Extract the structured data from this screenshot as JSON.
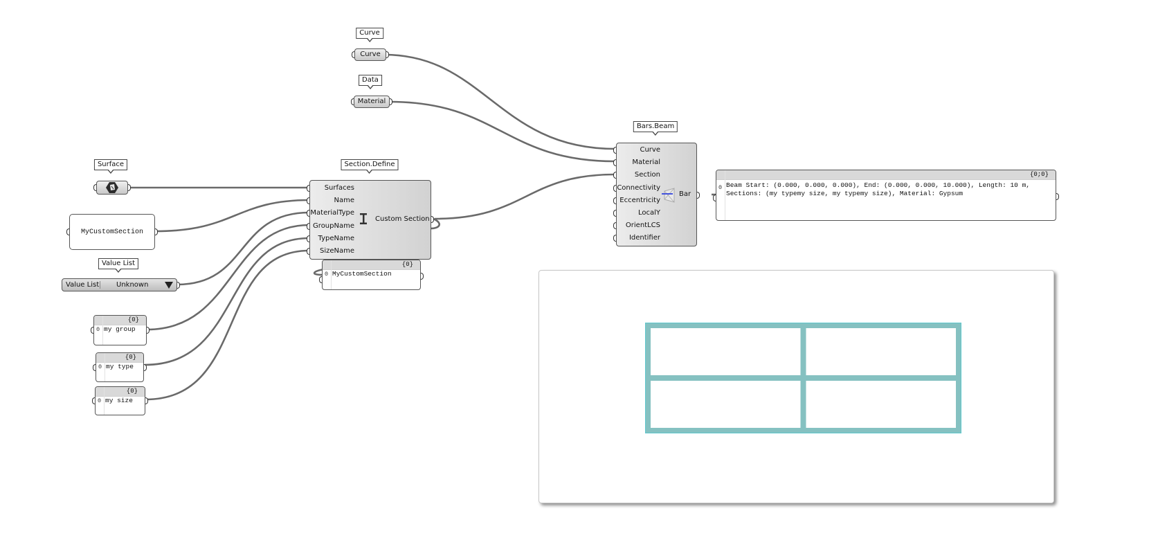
{
  "canvas": {
    "wire_color": "#6a6a6a",
    "background": "#ffffff"
  },
  "curve_param": {
    "tag": "Curve",
    "label": "Curve"
  },
  "material_param": {
    "tag": "Data",
    "label": "Material"
  },
  "surface_param": {
    "tag": "Surface",
    "icon": "surface-icon"
  },
  "name_panel": {
    "text": "MyCustomSection"
  },
  "value_list": {
    "tag": "Value List",
    "label": "Value List",
    "selected": "Unknown",
    "dropdown_icon": "triangle-down-icon"
  },
  "group_panel": {
    "path": "{0}",
    "index": "0",
    "value": "my group"
  },
  "type_panel": {
    "path": "{0}",
    "index": "0",
    "value": "my type"
  },
  "size_panel": {
    "path": "{0}",
    "index": "0",
    "value": "my size"
  },
  "section_define": {
    "tag": "Section.Define",
    "inputs": [
      "Surfaces",
      "Name",
      "MaterialType",
      "GroupName",
      "TypeName",
      "SizeName"
    ],
    "icon": "i-beam-section-icon",
    "output": "Custom Section"
  },
  "section_output_panel": {
    "path": "{0}",
    "index": "0",
    "value": "MyCustomSection"
  },
  "bars_beam": {
    "tag": "Bars.Beam",
    "inputs": [
      "Curve",
      "Material",
      "Section",
      "Connectivity",
      "Eccentricity",
      "LocalY",
      "OrientLCS",
      "Identifier"
    ],
    "icon": "beam-bar-icon",
    "output": "Bar"
  },
  "beam_output_panel": {
    "path": "{0;0}",
    "index": "0",
    "lines": [
      "Beam Start: (0.000, 0.000, 0.000), End: (0.000, 0.000, 10.000), Length: 10 m,",
      "Sections: (my typemy size, my typemy size), Material: Gypsum"
    ]
  },
  "preview": {
    "title": "section-preview",
    "section_color": "#85c1c1",
    "section_edge_color": "#5fc7cc"
  }
}
